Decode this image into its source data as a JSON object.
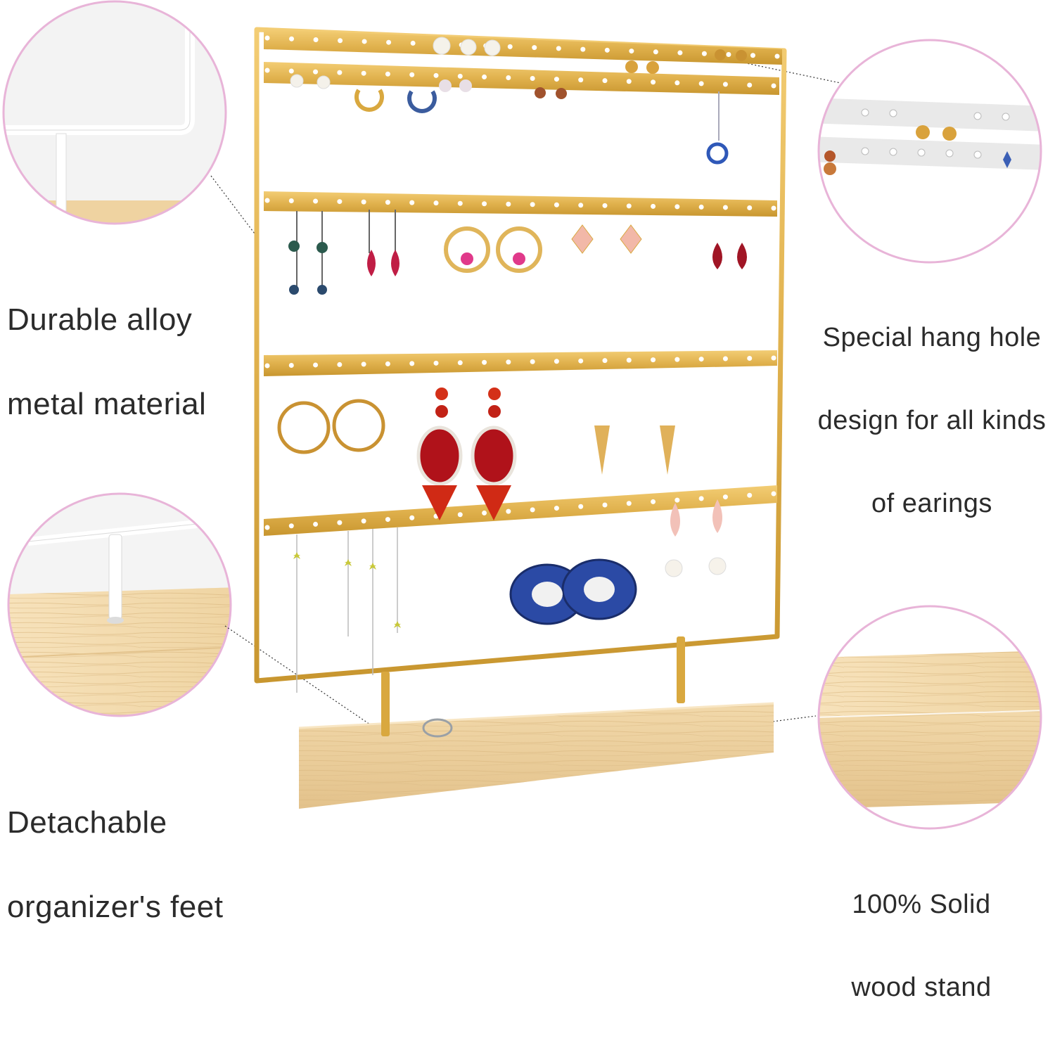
{
  "captions": {
    "alloy_line1": "Durable alloy",
    "alloy_line2": "metal material",
    "hang_line1": "Special hang hole",
    "hang_line2": "design for all kinds",
    "hang_line3": "of earings",
    "feet_line1": "Detachable",
    "feet_line2": "organizer's feet",
    "wood_line1": "100% Solid",
    "wood_line2": "wood stand"
  },
  "colors": {
    "gold": "#d9a83f",
    "gold_light": "#f0c86a",
    "wood": "#efd6a8",
    "wood_dark": "#d9b883",
    "circle_border": "#e8b4d8",
    "white_frame": "#ffffff"
  }
}
